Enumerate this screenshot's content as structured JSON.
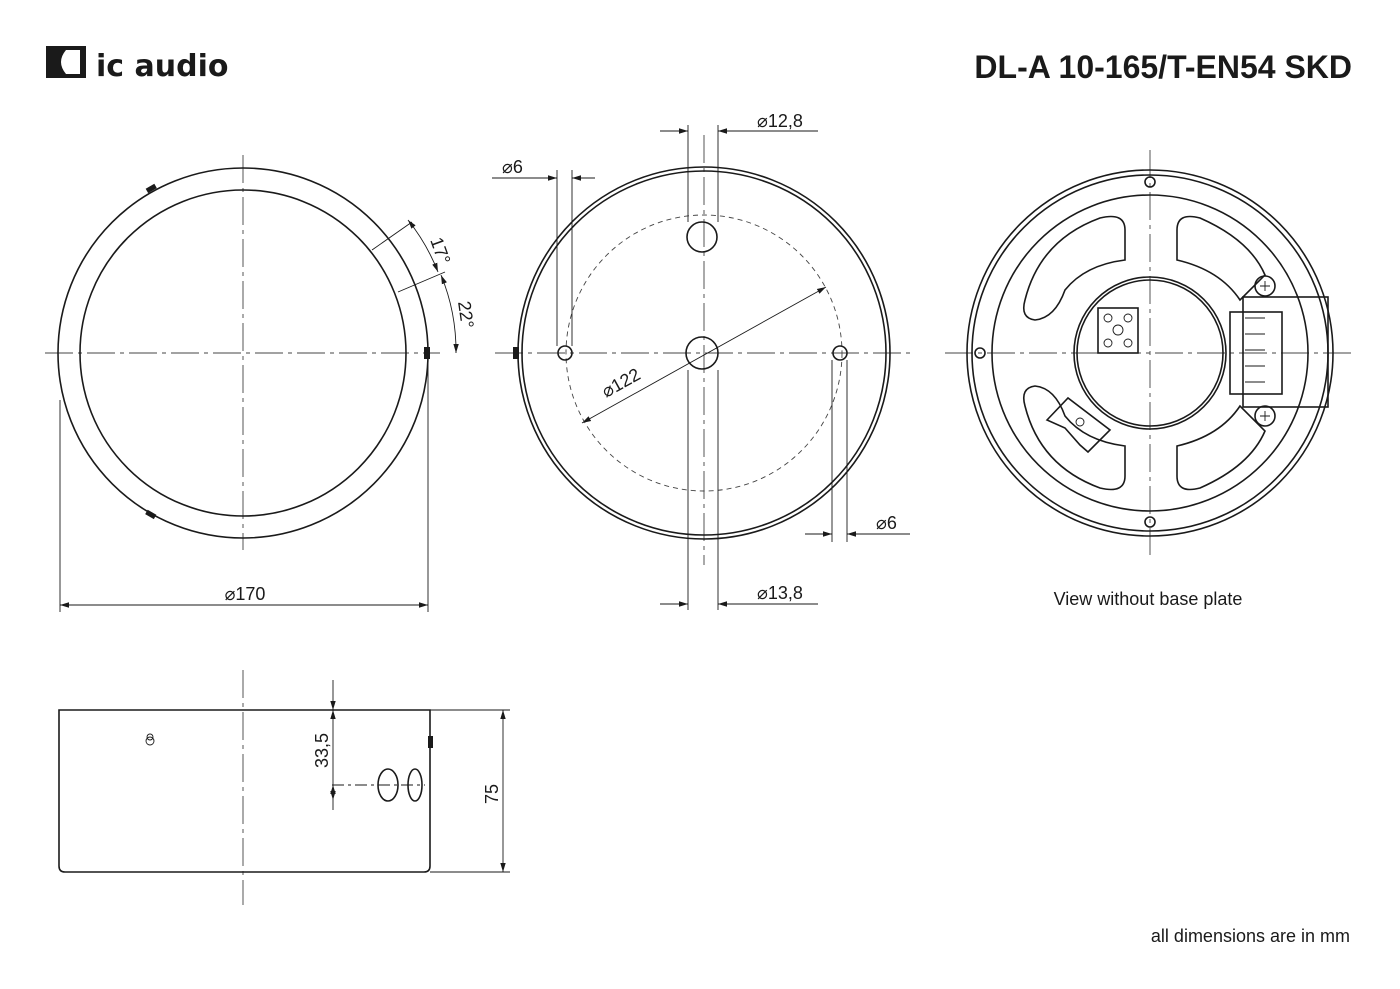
{
  "header": {
    "logo_text": "ic audio",
    "title": "DL-A 10-165/T-EN54 SKD"
  },
  "front_view": {
    "diameter": "⌀170",
    "angle_1": "17°",
    "angle_2": "22°"
  },
  "back_view": {
    "hole_top": "⌀12,8",
    "hole_left": "⌀6",
    "hole_right": "⌀6",
    "hole_center": "⌀13,8",
    "bolt_circle": "⌀122"
  },
  "driver_view": {
    "caption": "View without base plate"
  },
  "side_view": {
    "height": "75",
    "offset": "33,5"
  },
  "footer": {
    "note": "all dimensions are in mm"
  }
}
